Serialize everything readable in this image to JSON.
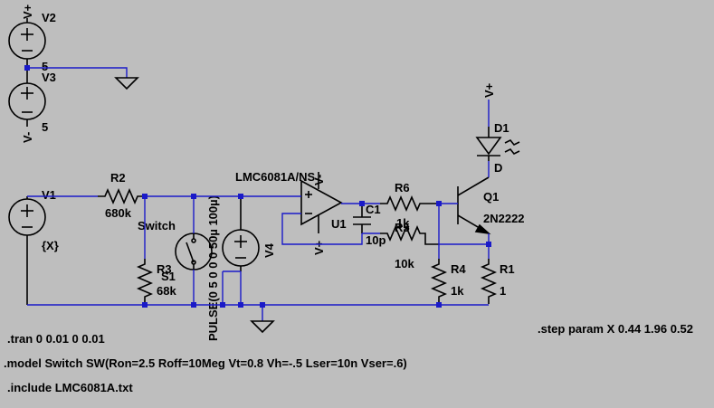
{
  "components": {
    "v2": {
      "name": "V2",
      "value": "5",
      "pos_label": "V+"
    },
    "v3": {
      "name": "V3",
      "value": "5",
      "neg_label": "V-"
    },
    "v1": {
      "name": "V1",
      "value": "{X}"
    },
    "r2": {
      "name": "R2",
      "value": "680k"
    },
    "r3": {
      "name": "R3",
      "value": "68k"
    },
    "s1": {
      "name": "S1",
      "model": "Switch"
    },
    "v4": {
      "name": "V4",
      "value": "PULSE(0 5 0 0 0 50µ 100µ)"
    },
    "u1": {
      "name": "U1",
      "model": "LMC6081A/NS",
      "pos_label": "V+",
      "neg_label": "V-"
    },
    "c1": {
      "name": "C1",
      "value": "10p"
    },
    "r6": {
      "name": "R6",
      "value": "1k"
    },
    "r5": {
      "name": "R5",
      "value": "10k"
    },
    "r4": {
      "name": "R4",
      "value": "1k"
    },
    "r1": {
      "name": "R1",
      "value": "1"
    },
    "q1": {
      "name": "Q1",
      "value": "2N2222"
    },
    "d1": {
      "name": "D1",
      "value": "D",
      "supply_label": "V+"
    }
  },
  "directives": {
    "tran": ".tran 0 0.01 0 0.01",
    "model": ".model Switch SW(Ron=2.5 Roff=10Meg Vt=0.8 Vh=-.5 Lser=10n Vser=.6)",
    "include": ".include LMC6081A.txt",
    "step": ".step param X 0.44 1.96 0.52"
  },
  "colors": {
    "background": "#bebebe",
    "wire": "#1a1ac8",
    "component": "#000000"
  }
}
